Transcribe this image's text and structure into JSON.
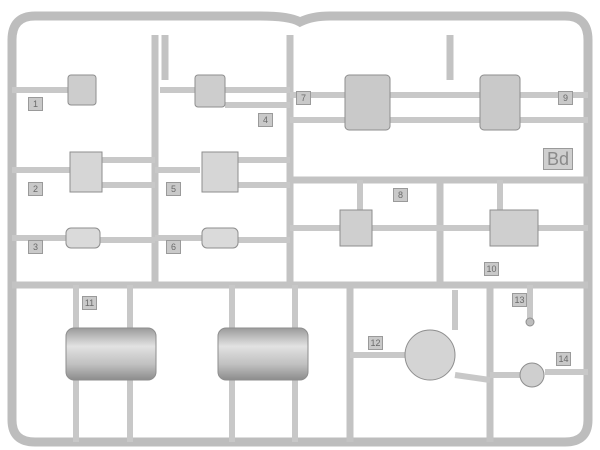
{
  "sprue_code": "Bd",
  "parts": {
    "1": "1",
    "2": "2",
    "3": "3",
    "4": "4",
    "5": "5",
    "6": "6",
    "7": "7",
    "8": "8",
    "9": "9",
    "10": "10",
    "11": "11",
    "12": "12",
    "13": "13",
    "14": "14"
  },
  "colors": {
    "plastic": "#c6c6c6",
    "shadow": "#8e8e8e",
    "highlight": "#e6e6e6"
  }
}
